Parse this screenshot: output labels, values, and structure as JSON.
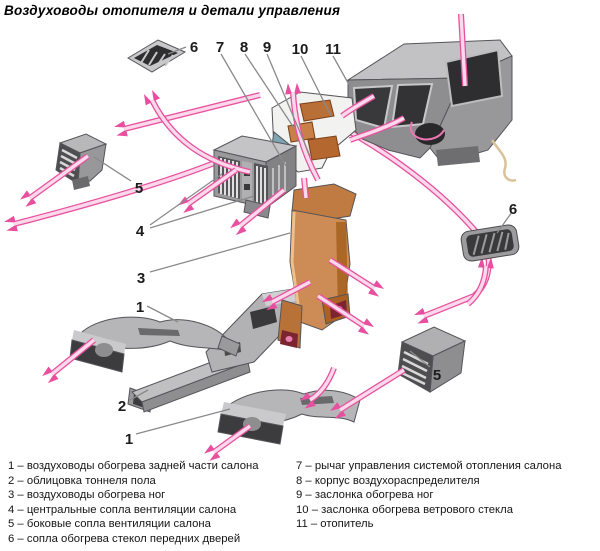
{
  "title": "Воздуховоды отопителя и детали управления",
  "diagram": {
    "callouts": {
      "grille_front_left": "6",
      "control_lever": "7",
      "distributor_housing": "8",
      "foot_flap": "9",
      "windshield_flap": "10",
      "heater": "11",
      "side_vent_left": "5",
      "center_vents": "4",
      "foot_duct": "3",
      "rear_duct_upper": "1",
      "tunnel_trim": "2",
      "rear_duct_lower": "1",
      "grille_front_right": "6",
      "side_vent_right": "5"
    },
    "colors": {
      "airflow": "#e8509f",
      "airflow_light": "#fbd9ea",
      "plastic_gray": "#a0a0a2",
      "plastic_gray_light": "#cacacc",
      "plastic_gray_dark": "#3c3c3e",
      "duct_orange": "#cd8750",
      "outlet_maroon": "#7c2430",
      "lever_teal": "#7ba6b2",
      "cable_tan": "#d8c298"
    }
  },
  "legend": {
    "left": [
      "1 – воздуховоды обогрева задней части салона",
      "2 – облицовка тоннеля пола",
      "3 – воздуховоды обогрева ног",
      "4 – центральные сопла вентиляции салона",
      "5 – боковые сопла вентиляции салона",
      "6 – сопла обогрева стекол передних дверей"
    ],
    "right": [
      "7 – рычаг управления системой отопления салона",
      "8 – корпус воздухораспределителя",
      "9 – заслонка обогрева ног",
      "10 – заслонка обогрева ветрового стекла",
      "11 – отопитель"
    ]
  }
}
